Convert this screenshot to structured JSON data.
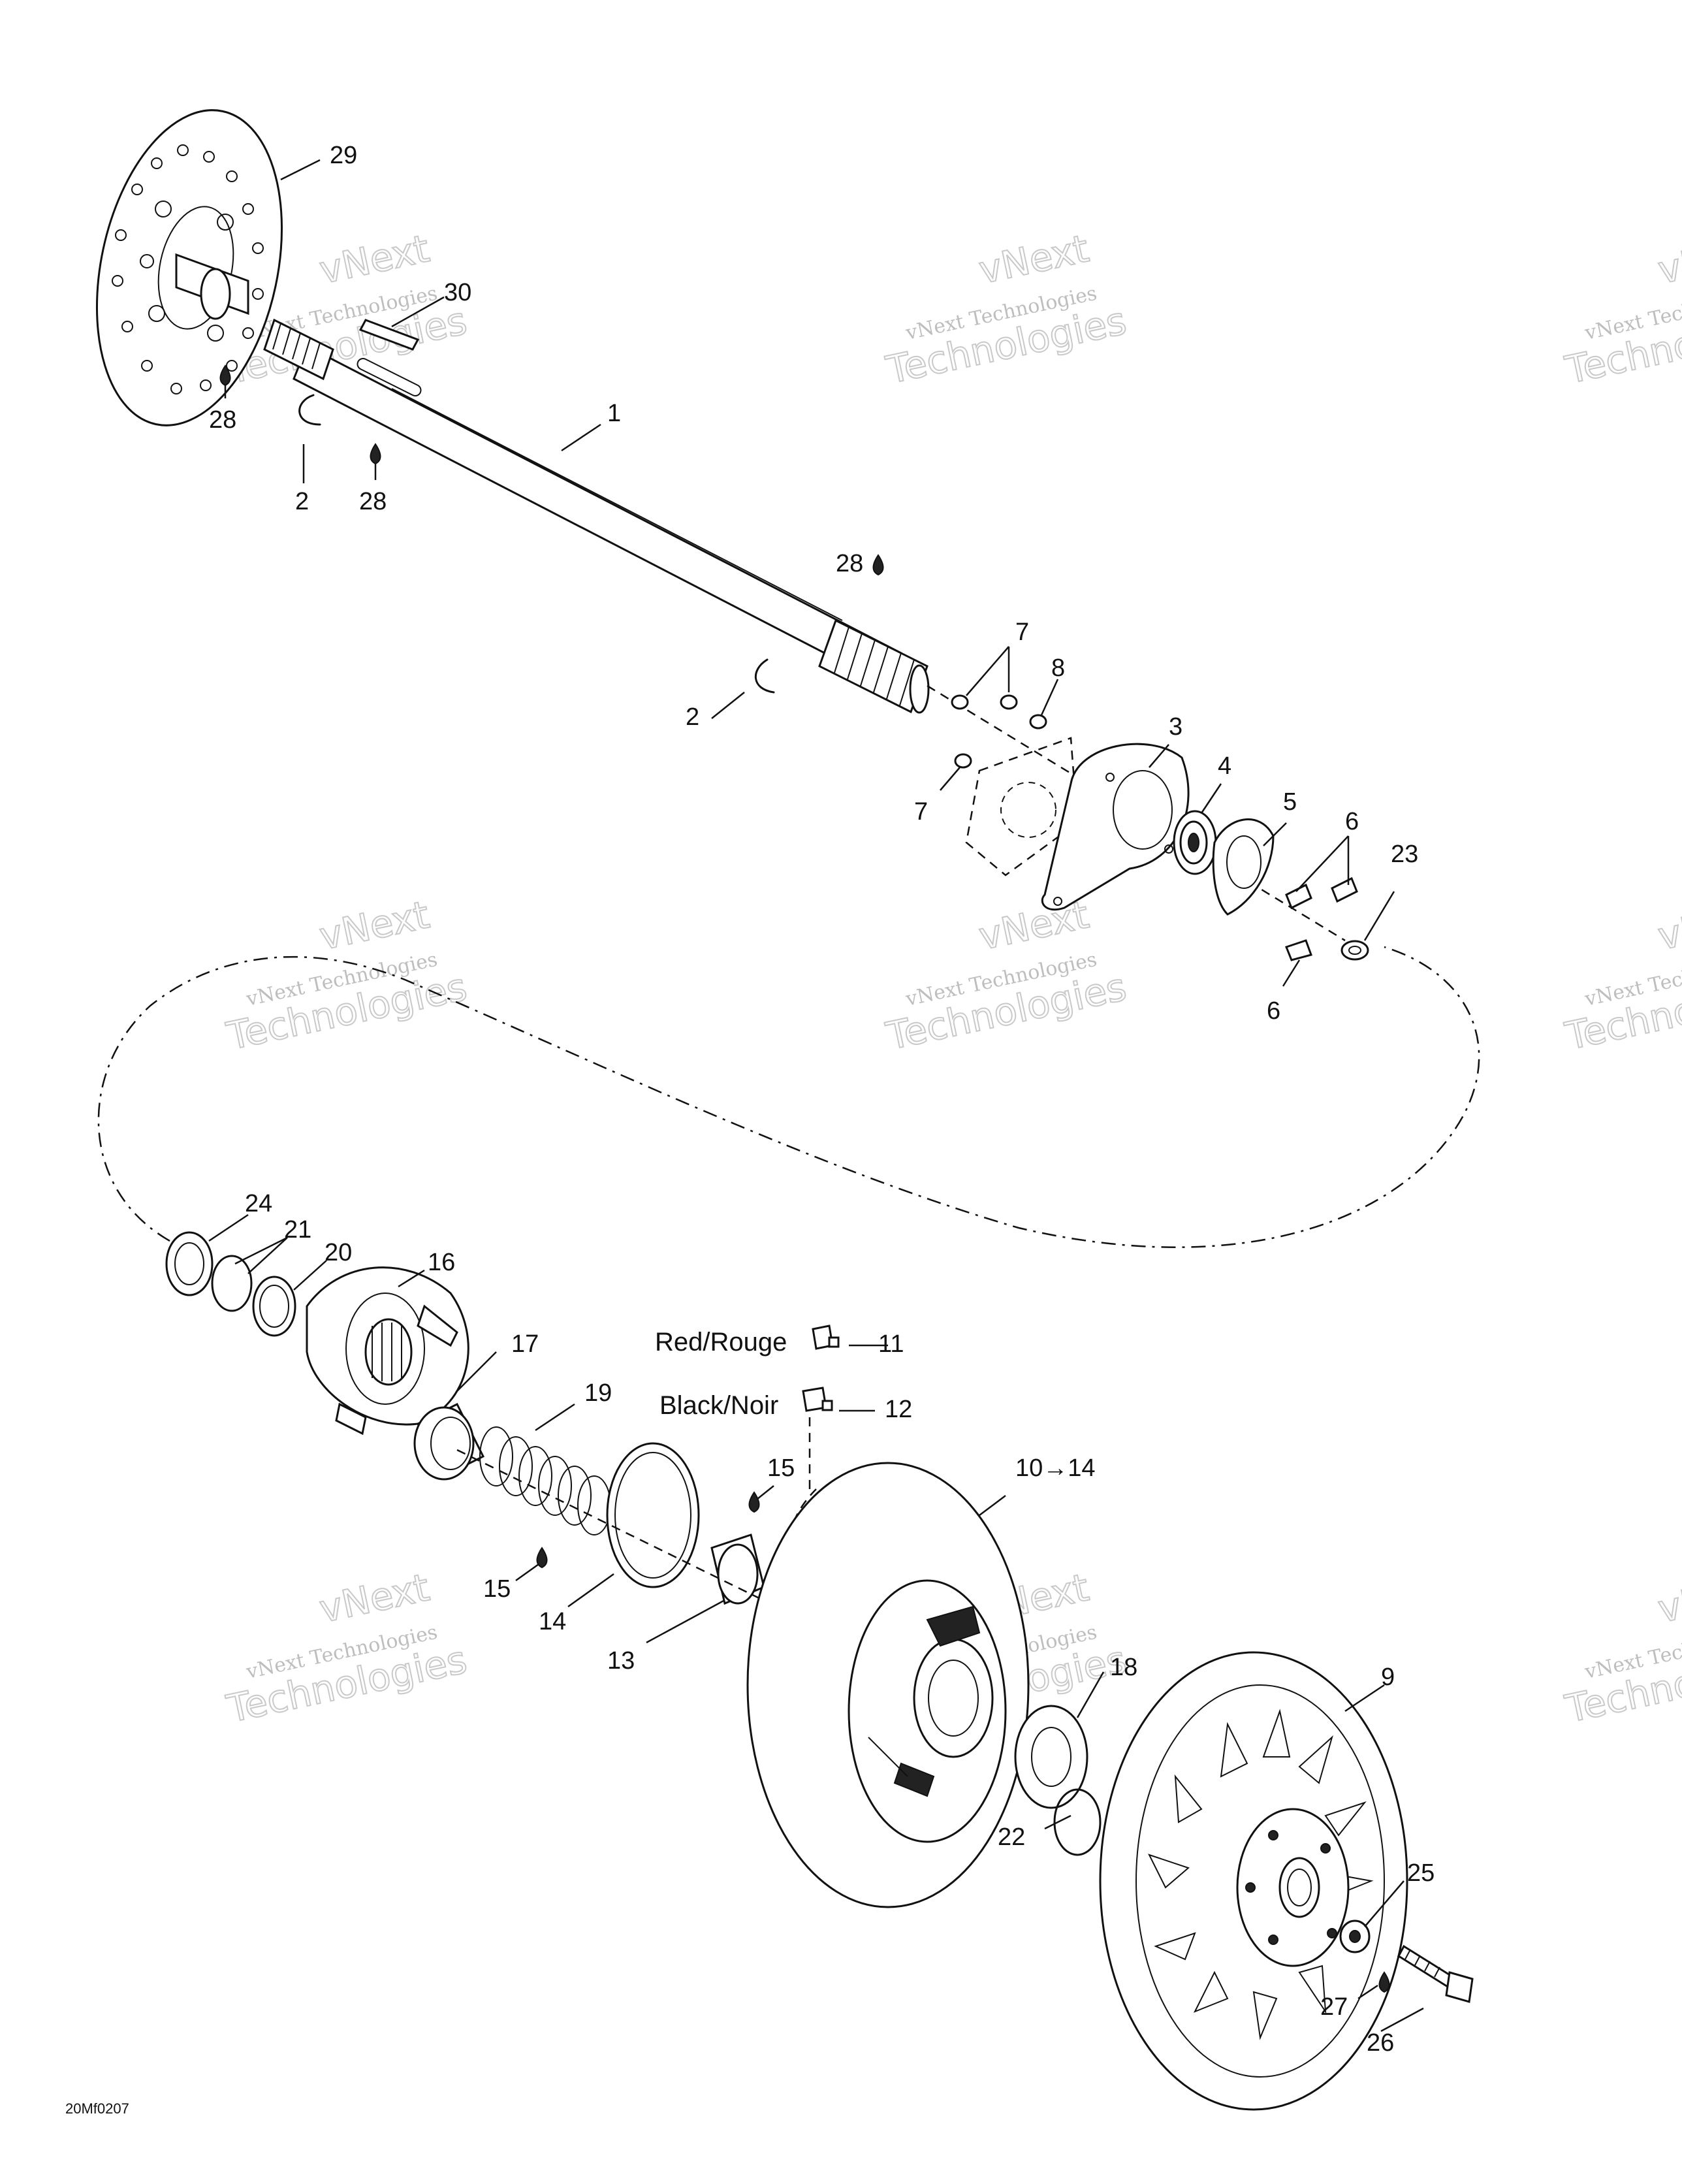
{
  "diagram": {
    "callouts": {
      "c29": "29",
      "c30": "30",
      "c28a": "28",
      "c2a": "2",
      "c28b": "28",
      "c1": "1",
      "c28c": "28",
      "c7a": "7",
      "c8": "8",
      "c2b": "2",
      "c3": "3",
      "c4": "4",
      "c5": "5",
      "c7b": "7",
      "c6a": "6",
      "c23": "23",
      "c6b": "6",
      "c24": "24",
      "c21": "21",
      "c20": "20",
      "c16": "16",
      "c17": "17",
      "c19": "19",
      "c11": "11",
      "c12": "12",
      "c15a": "15",
      "c1014": "10→14",
      "c15b": "15",
      "c14": "14",
      "c13": "13",
      "c18": "18",
      "c9": "9",
      "c22": "22",
      "c25": "25",
      "c27": "27",
      "c26": "26"
    },
    "labels": {
      "red": "Red/Rouge",
      "black": "Black/Noir"
    },
    "drawing_code": "20Mf0207",
    "watermark": {
      "line1": "vNext Technologies",
      "line2": "vNext",
      "line3": "Technologies"
    }
  }
}
